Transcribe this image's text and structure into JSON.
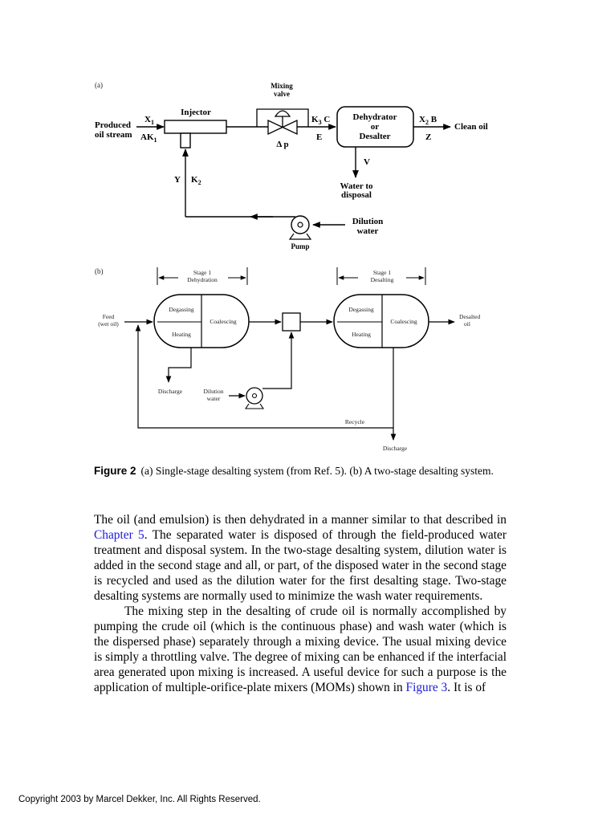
{
  "figure": {
    "a": {
      "panel_label": "(a)",
      "mixing_valve": [
        "Mixing",
        "valve"
      ],
      "injector": "Injector",
      "produced_oil": [
        "Produced",
        "oil stream"
      ],
      "x1": "X",
      "x1_sub": "1",
      "ak1": "AK",
      "ak1_sub": "1",
      "k3c": "K",
      "k3c_sub": "3",
      "k3c_tail": " C",
      "e": "E",
      "delta_p": "Δ p",
      "dehydrator": [
        "Dehydrator",
        "or",
        "Desalter"
      ],
      "x2b": "X",
      "x2b_sub": "2",
      "x2b_tail": " B",
      "z": "Z",
      "clean_oil": "Clean oil",
      "v": "V",
      "water_disposal": [
        "Water to",
        "disposal"
      ],
      "y": "Y",
      "k2": "K",
      "k2_sub": "2",
      "dilution_water": [
        "Dilution",
        "water"
      ],
      "pump": "Pump"
    },
    "b": {
      "panel_label": "(b)",
      "stage1": [
        "Stage 1",
        "Dehydration"
      ],
      "stage2": [
        "Stage 1",
        "Desalting"
      ],
      "feed": [
        "Feed",
        "(wet oil)"
      ],
      "vessel1": {
        "degassing": "Degassing",
        "heating": "Heating",
        "coalescing": "Coalescing"
      },
      "vessel2": {
        "degassing": "Degassing",
        "heating": "Heating",
        "coalescing": "Coalescing"
      },
      "desalted_oil": [
        "Desalted",
        "oil"
      ],
      "discharge1": "Discharge",
      "dilution_water": [
        "Dilution",
        "water"
      ],
      "recycle": "Recycle",
      "discharge2": "Discharge"
    }
  },
  "caption": {
    "label": "Figure 2",
    "text": "(a) Single-stage desalting system (from Ref. 5). (b) A two-stage desalting system."
  },
  "body": {
    "p1_a": "The oil (and emulsion) is then dehydrated in a manner similar to that described in ",
    "p1_link": "Chapter 5",
    "p1_b": ". The separated water is disposed of through the field-produced water treatment and disposal system. In the two-stage desalting system, dilution water is added in the second stage and all, or part, of the disposed water in the second stage is recycled and used as the dilution water for the first desalting stage. Two-stage desalting systems are normally used to minimize the wash water requirements.",
    "p2_a": "The mixing step in the desalting of crude oil is normally accomplished by pumping the crude oil (which is the continuous phase) and wash water (which is the dispersed phase) separately through a mixing device. The usual mixing device is simply a throttling valve. The degree of mixing can be enhanced if the interfacial area generated upon mixing is increased. A useful device for such a purpose is the application of multiple-orifice-plate mixers (MOMs) shown in ",
    "p2_link": "Figure 3",
    "p2_b": ". It is of"
  },
  "footer": "Copyright 2003 by Marcel Dekker, Inc. All Rights Reserved."
}
